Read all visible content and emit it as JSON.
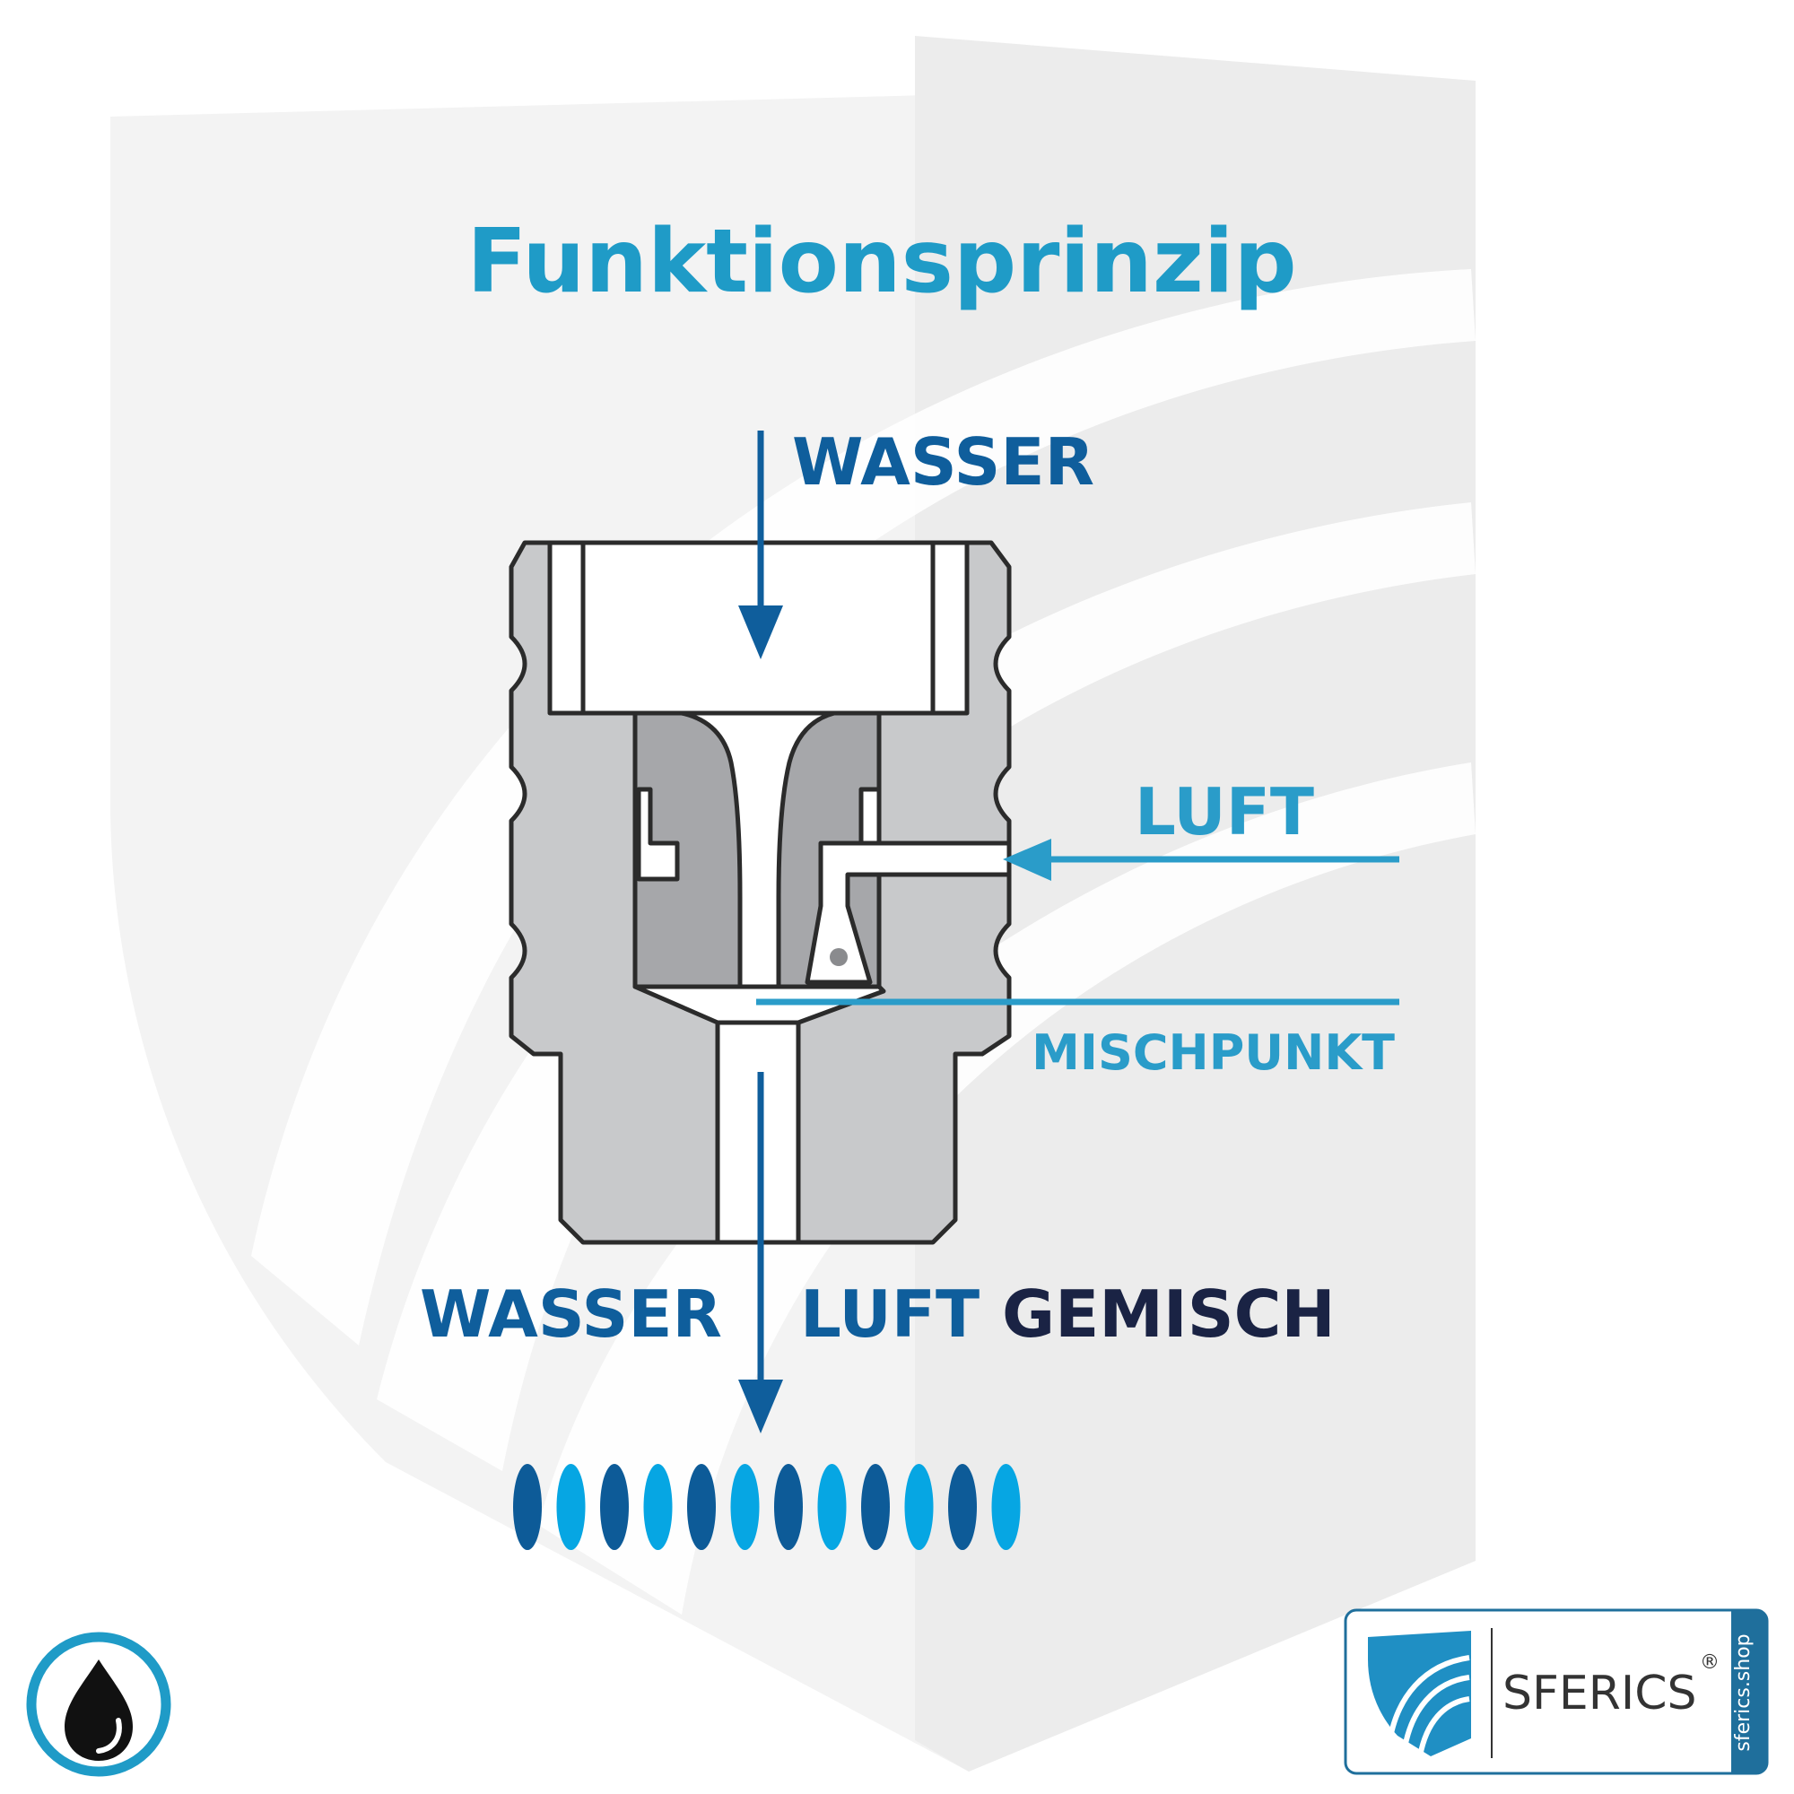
{
  "title": "Funktionsprinzip",
  "labels": {
    "water_in": "WASSER",
    "air_in": "LUFT",
    "mixing_point": "MISCHPUNKT",
    "out_water": "WASSER",
    "out_air": "LUFT",
    "out_mix": "GEMISCH"
  },
  "logo": {
    "brand": "SFERICS",
    "registered": "®",
    "domain": "sferics.shop"
  },
  "icons": {
    "corner": "water-drop-icon",
    "logo_mark": "shield-arcs-icon"
  },
  "colors": {
    "title": "#1f9bc7",
    "water_arrow": "#0f5e9c",
    "air_arrow": "#2a9cc9",
    "mix_text": "#1a2344",
    "body_gray": "#c8c9cb",
    "inner_gray": "#a6a7aa",
    "outline": "#2b2b2b",
    "drop_dark": "#0d5b98",
    "drop_light": "#06a6e3",
    "bg_shape": "#f2f2f2"
  },
  "output_drops": [
    "dark",
    "light",
    "dark",
    "light",
    "dark",
    "light",
    "dark",
    "light",
    "dark",
    "light",
    "dark",
    "light"
  ]
}
